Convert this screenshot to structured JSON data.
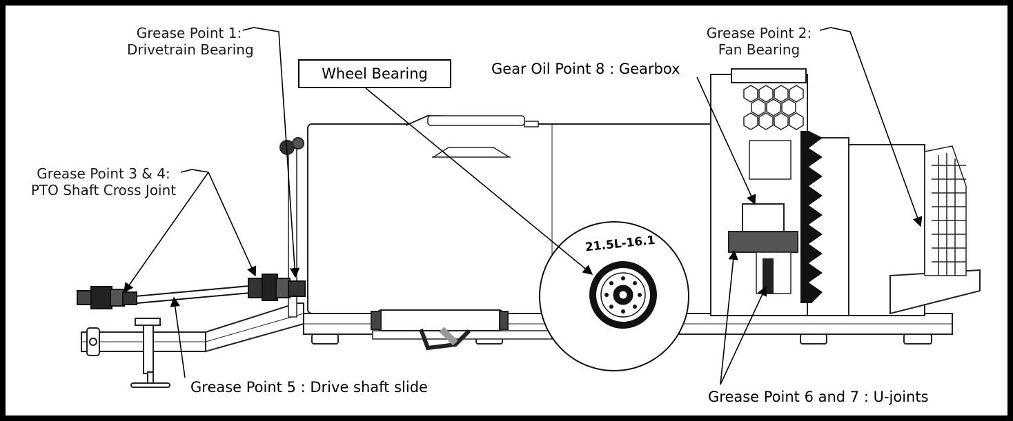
{
  "labels": {
    "gp1_line1": "Grease Point 1:",
    "gp1_line2": "Drivetrain Bearing",
    "gp2_line1": "Grease Point 2:",
    "gp2_line2": "Fan Bearing",
    "gp34_line1": "Grease Point 3 & 4:",
    "gp34_line2": "PTO Shaft Cross Joint",
    "gp5": "Grease Point 5 : Drive shaft slide",
    "gp67": "Grease Point 6 and 7 : U-joints",
    "gear8": "Gear Oil Point 8 : Gearbox",
    "wheel_bearing": "Wheel Bearing"
  },
  "tire_size": "21.5L-16.1",
  "colors": {
    "border": "#000000",
    "line": "#000000",
    "text": "#1a1a1a",
    "background": "#ffffff"
  }
}
